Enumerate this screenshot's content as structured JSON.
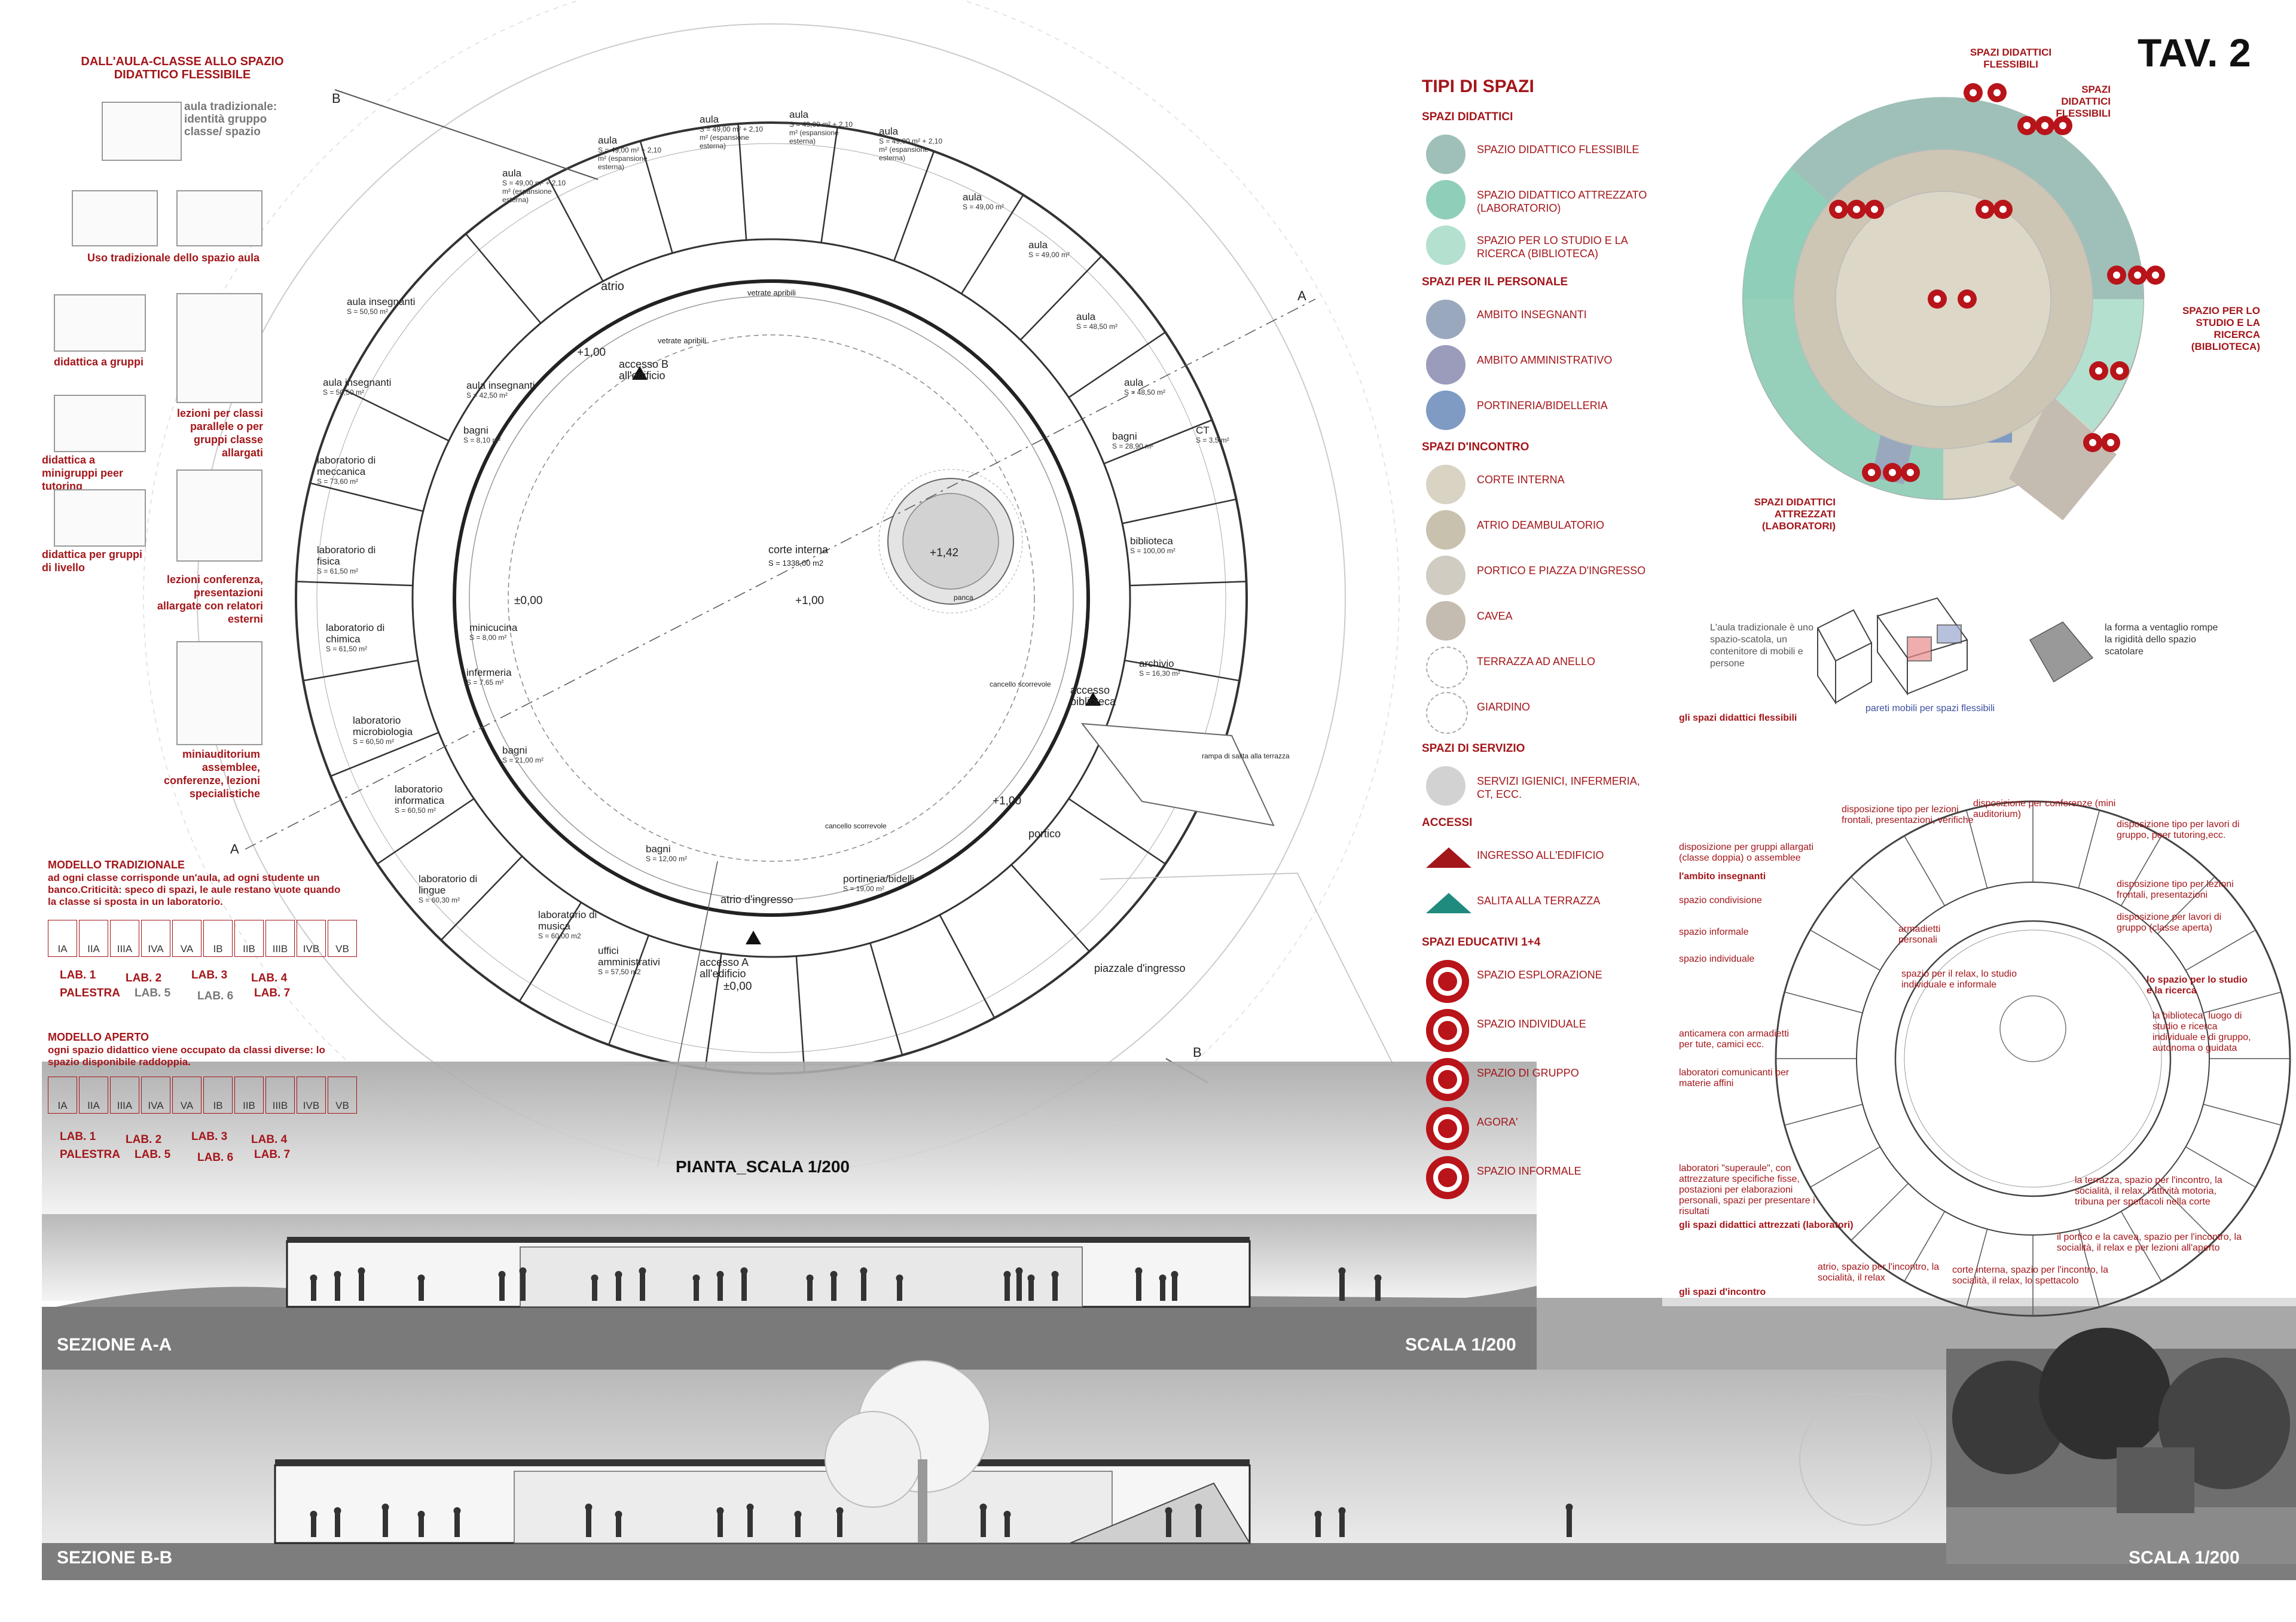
{
  "sheet": {
    "tav": "TAV. 2",
    "plan_title": "PIANTA_SCALA 1/200",
    "section_a": "SEZIONE A-A",
    "section_b": "SEZIONE B-B",
    "scale_a": "SCALA 1/200",
    "scale_b": "SCALA 1/200"
  },
  "left": {
    "heading": "DALL'AULA-CLASSE ALLO SPAZIO DIDATTICO FLESSIBILE",
    "aula_trad": "aula tradizionale: identità gruppo classe/ spazio",
    "uso_trad": "Uso tradizionale dello spazio aula",
    "gruppi": "didattica a gruppi",
    "lezioni_parallele": "lezioni per classi parallele o per gruppi classe allargati",
    "minigruppi": "didattica a minigruppi peer tutoring",
    "livello": "didattica per gruppi di livello",
    "conferenza": "lezioni conferenza, presentazioni allargate con relatori esterni",
    "miniauditorium": "miniauditorium assemblee, conferenze, lezioni specialistiche",
    "modello_trad_title": "MODELLO TRADIZIONALE",
    "modello_trad_text": "ad ogni classe corrisponde un'aula, ad ogni studente un banco.Criticità: speco di spazi, le aule restano vuote quando la classe si sposta in un laboratorio.",
    "classes": [
      "IA",
      "IIA",
      "IIIA",
      "IVA",
      "VA",
      "IB",
      "IIB",
      "IIIB",
      "IVB",
      "VB"
    ],
    "trad_labs": [
      "LAB. 1",
      "LAB. 2",
      "LAB. 3",
      "LAB. 4",
      "PALESTRA",
      "LAB. 5",
      "LAB. 6",
      "LAB. 7"
    ],
    "modello_aperto_title": "MODELLO APERTO",
    "modello_aperto_text": "ogni spazio didattico viene occupato da classi diverse: lo spazio disponibile raddoppia.",
    "open_labs": [
      "LAB. 1",
      "LAB. 2",
      "LAB. 3",
      "LAB. 4",
      "PALESTRA",
      "LAB. 5",
      "LAB. 6",
      "LAB. 7"
    ]
  },
  "plan": {
    "rooms": [
      {
        "name": "aula",
        "area": "S = 49,00 m² + 2,10 m² (espansione esterna)"
      },
      {
        "name": "aula",
        "area": "S = 49,00 m² + 2,10 m² (espansione esterna)"
      },
      {
        "name": "aula",
        "area": "S = 49,00 m² + 2,10 m² (espansione esterna)"
      },
      {
        "name": "aula",
        "area": "S = 49,00 m² + 2,10 m² (espansione esterna)"
      },
      {
        "name": "aula",
        "area": "S = 49,00 m² + 2,10 m² (espansione esterna)"
      },
      {
        "name": "aula",
        "area": "S = 49,00 m²"
      },
      {
        "name": "aula",
        "area": "S = 49,00 m²"
      },
      {
        "name": "aula",
        "area": "S = 48,50 m²"
      },
      {
        "name": "aula",
        "area": "S = 48,50 m²"
      },
      {
        "name": "bagni",
        "area": "S = 28,90 m²"
      },
      {
        "name": "CT",
        "area": "S = 3,5 m²"
      },
      {
        "name": "biblioteca",
        "area": "S = 100,00 m²"
      },
      {
        "name": "archivio",
        "area": "S = 16,30 m²"
      },
      {
        "name": "aula insegnanti",
        "area": "S = 50,50 m²"
      },
      {
        "name": "aula insegnanti",
        "area": "S = 50,50 m²"
      },
      {
        "name": "aula insegnanti",
        "area": "S = 42,50 m²"
      },
      {
        "name": "bagni",
        "area": "S = 8,10 m²"
      },
      {
        "name": "laboratorio di meccanica",
        "area": "S = 73,60 m²"
      },
      {
        "name": "laboratorio di fisica",
        "area": "S = 61,50 m²"
      },
      {
        "name": "laboratorio di chimica",
        "area": "S = 61,50 m²"
      },
      {
        "name": "minicucina",
        "area": "S = 8,00 m²"
      },
      {
        "name": "infermeria",
        "area": "S = 7,65 m²"
      },
      {
        "name": "laboratorio microbiologia",
        "area": "S = 60,50 m²"
      },
      {
        "name": "bagni",
        "area": "S = 21,00 m²"
      },
      {
        "name": "laboratorio informatica",
        "area": "S = 60,50 m²"
      },
      {
        "name": "laboratorio di lingue",
        "area": "S = 60,30 m²"
      },
      {
        "name": "bagni",
        "area": "S = 12,00 m²"
      },
      {
        "name": "laboratorio di musica",
        "area": "S = 60,00 m2"
      },
      {
        "name": "uffici amministrativi",
        "area": "S = 57,50 m2"
      },
      {
        "name": "portineria/bidelli",
        "area": "S = 19,00 m²"
      }
    ],
    "atrio": "atrio",
    "vetrate": "vetrate apribili",
    "vetrate2": "vetrate apribili",
    "accesso_b": "accesso B all'edificio",
    "accesso_a": "accesso A all'edificio",
    "accesso_bib": "accesso biblioteca",
    "corte": "corte interna",
    "corte_area": "S = 1338,00 m2",
    "panca": "panca",
    "lvl_1": "+1,00",
    "lvl_1b": "+1,00",
    "lvl_142": "+1,42",
    "lvl_0": "±0,00",
    "lvl_0b": "±0,00",
    "lvl_100c": "+1,00",
    "atrio_ingresso": "atrio d'ingresso",
    "portico": "portico",
    "piazzale": "piazzale d'ingresso",
    "cancello1": "cancello scorrevole",
    "cancello2": "cancello scorrevole",
    "rampa": "rampa di salita alla terrazza",
    "mark_a": "A",
    "mark_a2": "A",
    "mark_b": "B",
    "mark_b2": "B"
  },
  "legend": {
    "title": "TIPI DI SPAZI",
    "groups": [
      {
        "title": "SPAZI DIDATTICI",
        "items": [
          {
            "label": "SPAZIO DIDATTICO FLESSIBILE",
            "color": "#9fc0b8"
          },
          {
            "label": "SPAZIO DIDATTICO ATTREZZATO (LABORATORIO)",
            "color": "#8fcfba"
          },
          {
            "label": "SPAZIO PER LO STUDIO E LA RICERCA (BIBLIOTECA)",
            "color": "#b4e0cf"
          }
        ]
      },
      {
        "title": "SPAZI PER IL PERSONALE",
        "items": [
          {
            "label": "AMBITO INSEGNANTI",
            "color": "#9aa8bd"
          },
          {
            "label": "AMBITO AMMINISTRATIVO",
            "color": "#9b9cbc"
          },
          {
            "label": "PORTINERIA/BIDELLERIA",
            "color": "#7f9bc4"
          }
        ]
      },
      {
        "title": "SPAZI D'INCONTRO",
        "items": [
          {
            "label": "CORTE INTERNA",
            "color": "#d8d3c3"
          },
          {
            "label": "ATRIO DEAMBULATORIO",
            "color": "#c8c1ad"
          },
          {
            "label": "PORTICO E PIAZZA D'INGRESSO",
            "color": "#d0ccc2"
          },
          {
            "label": "CAVEA",
            "color": "#c4bbb1"
          },
          {
            "label": "TERRAZZA AD ANELLO",
            "color": "#ffffff"
          },
          {
            "label": "GIARDINO",
            "color": "#ffffff"
          }
        ]
      },
      {
        "title": "SPAZI DI SERVIZIO",
        "items": [
          {
            "label": "SERVIZI IGIENICI, INFERMERIA, CT, ECC.",
            "color": "#d2d2d2"
          }
        ]
      },
      {
        "title": "ACCESSI",
        "items": [
          {
            "label": "INGRESSO ALL'EDIFICIO",
            "color": "#a3161a"
          },
          {
            "label": "SALITA ALLA TERRAZZA",
            "color": "#1f8a7e"
          }
        ]
      },
      {
        "title": "SPAZI EDUCATIVI 1+4",
        "items": [
          {
            "label": "SPAZIO ESPLORAZIONE",
            "color": "#b8141a"
          },
          {
            "label": "SPAZIO INDIVIDUALE",
            "color": "#b8141a"
          },
          {
            "label": "SPAZIO DI GRUPPO",
            "color": "#b8141a"
          },
          {
            "label": "AGORA'",
            "color": "#b8141a"
          },
          {
            "label": "SPAZIO INFORMALE",
            "color": "#b8141a"
          }
        ]
      }
    ]
  },
  "right": {
    "flessibili_a": "SPAZI DIDATTICI FLESSIBILI",
    "flessibili_b": "SPAZI DIDATTICI FLESSIBILI",
    "studio": "SPAZIO PER LO STUDIO E LA RICERCA (BIBLIOTECA)",
    "attrezzati": "SPAZI DIDATTICI ATTREZZATI (LABORATORI)",
    "aula_scatola": "L'aula tradizionale è uno spazio-scatola, un contenitore di mobili e persone",
    "pareti_mobili": "pareti mobili per spazi flessibili",
    "ventaglio": "la forma a ventaglio rompe la rigidità dello spazio scatolare",
    "didattici_flessibili": "gli spazi didattici flessibili",
    "disp_frontali": "disposizione tipo per lezioni frontali, presentazioni, verifiche",
    "disp_conferenze": "disposizione per conferenze (mini auditorium)",
    "disp_gruppo": "disposizione tipo per lavori di gruppo, peer tutoring,ecc.",
    "disp_allargati": "disposizione per gruppi allargati (classe doppia) o assemblee",
    "disp_frontali2": "disposizione tipo per lezioni frontali, presentazioni",
    "ambito_insegnanti": "l'ambito insegnanti",
    "condivisione": "spazio condivisione",
    "armadietti": "armadietti personali",
    "informale": "spazio informale",
    "disp_aperta": "disposizione per lavori di gruppo (classe aperta)",
    "individuale": "spazio individuale",
    "relax": "spazio per il relax, lo studio individuale e informale",
    "studio_ricerca": "lo spazio per lo studio e la ricerca",
    "biblioteca_txt": "la biblioteca, luogo di studio e ricerca individuale e di gruppo, autonoma o guidata",
    "anticamera": "anticamera con armadietti per tute, camici ecc.",
    "lab_comunicanti": "laboratori comunicanti per materie affini",
    "superaule": "laboratori \"superaule\", con attrezzature specifiche fisse, postazioni per elaborazioni personali, spazi per presentare i risultati",
    "didattici_attrezzati": "gli spazi didattici attrezzati (laboratori)",
    "terrazza": "la terrazza, spazio per l'incontro, la socialità, il relax, l'attività motoria, tribuna per spettacoli nella corte",
    "portico_cavea": "il portico e la cavea, spazio per l'incontro, la socialità, il relax e per lezioni all'aperto",
    "atrio": "atrio, spazio per l'incontro, la socialità, il relax",
    "corte": "corte interna, spazio per l'incontro, la socialità, il relax, lo spettacolo",
    "incontro": "gli spazi d'incontro"
  }
}
